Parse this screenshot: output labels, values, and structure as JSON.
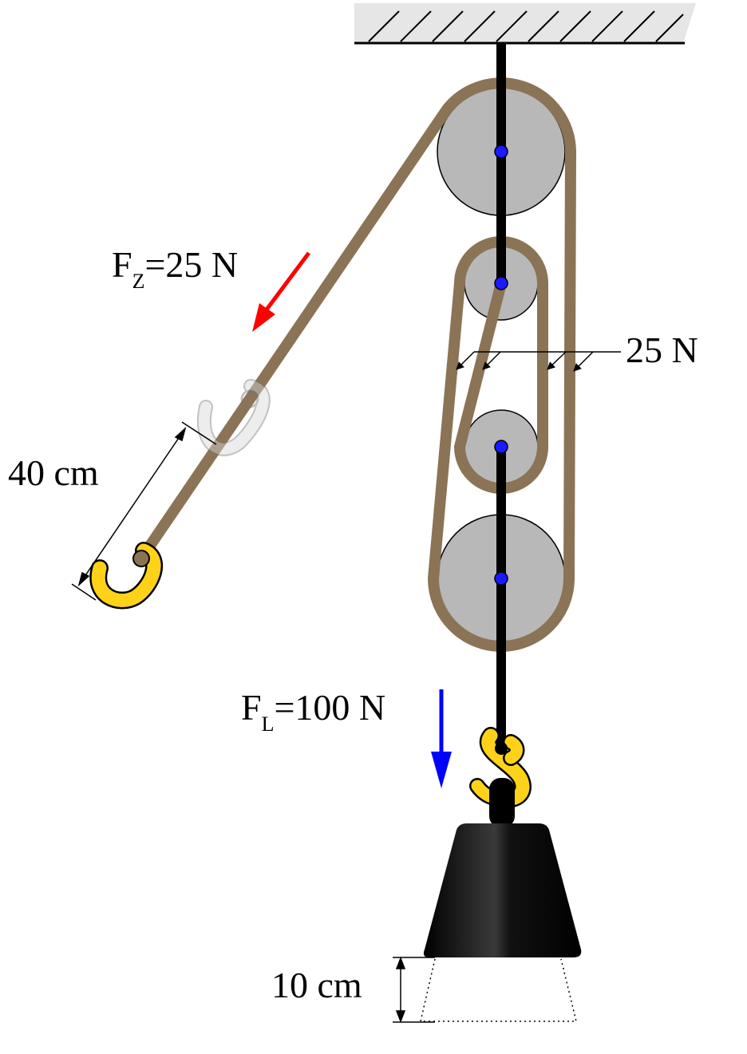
{
  "labels": {
    "fz_main": "F",
    "fz_sub": "Z",
    "fz_value": "=25 N",
    "fl_main": "F",
    "fl_sub": "L",
    "fl_value": "=100 N",
    "rope_tension": "25 N",
    "pull_distance": "40 cm",
    "lift_distance": "10 cm"
  },
  "colors": {
    "rope": "#8b7355",
    "pulley": "#b8b8b8",
    "axle": "#1a1aff",
    "hook": "#ffd21a",
    "force_pull": "#ff0000",
    "force_load": "#0000ff",
    "ceiling": "#e6e6e6"
  }
}
